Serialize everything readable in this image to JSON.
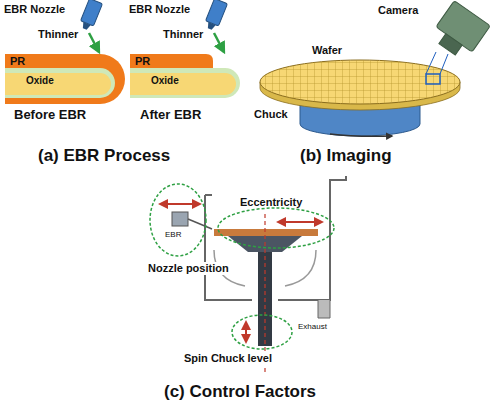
{
  "diagram": {
    "labels": [
      "EBR Nozzle",
      "Thinner",
      "PR",
      "Oxide",
      "Before EBR",
      "EBR Nozzle",
      "Thinner",
      "PR",
      "Oxide",
      "After EBR",
      "(a) EBR Process",
      "Camera",
      "Wafer",
      "Chuck",
      "(b) Imaging",
      "Eccentricity",
      "EBR",
      "Nozzle position",
      "Exhaust",
      "Spin Chuck level",
      "(c) Control Factors"
    ]
  }
}
